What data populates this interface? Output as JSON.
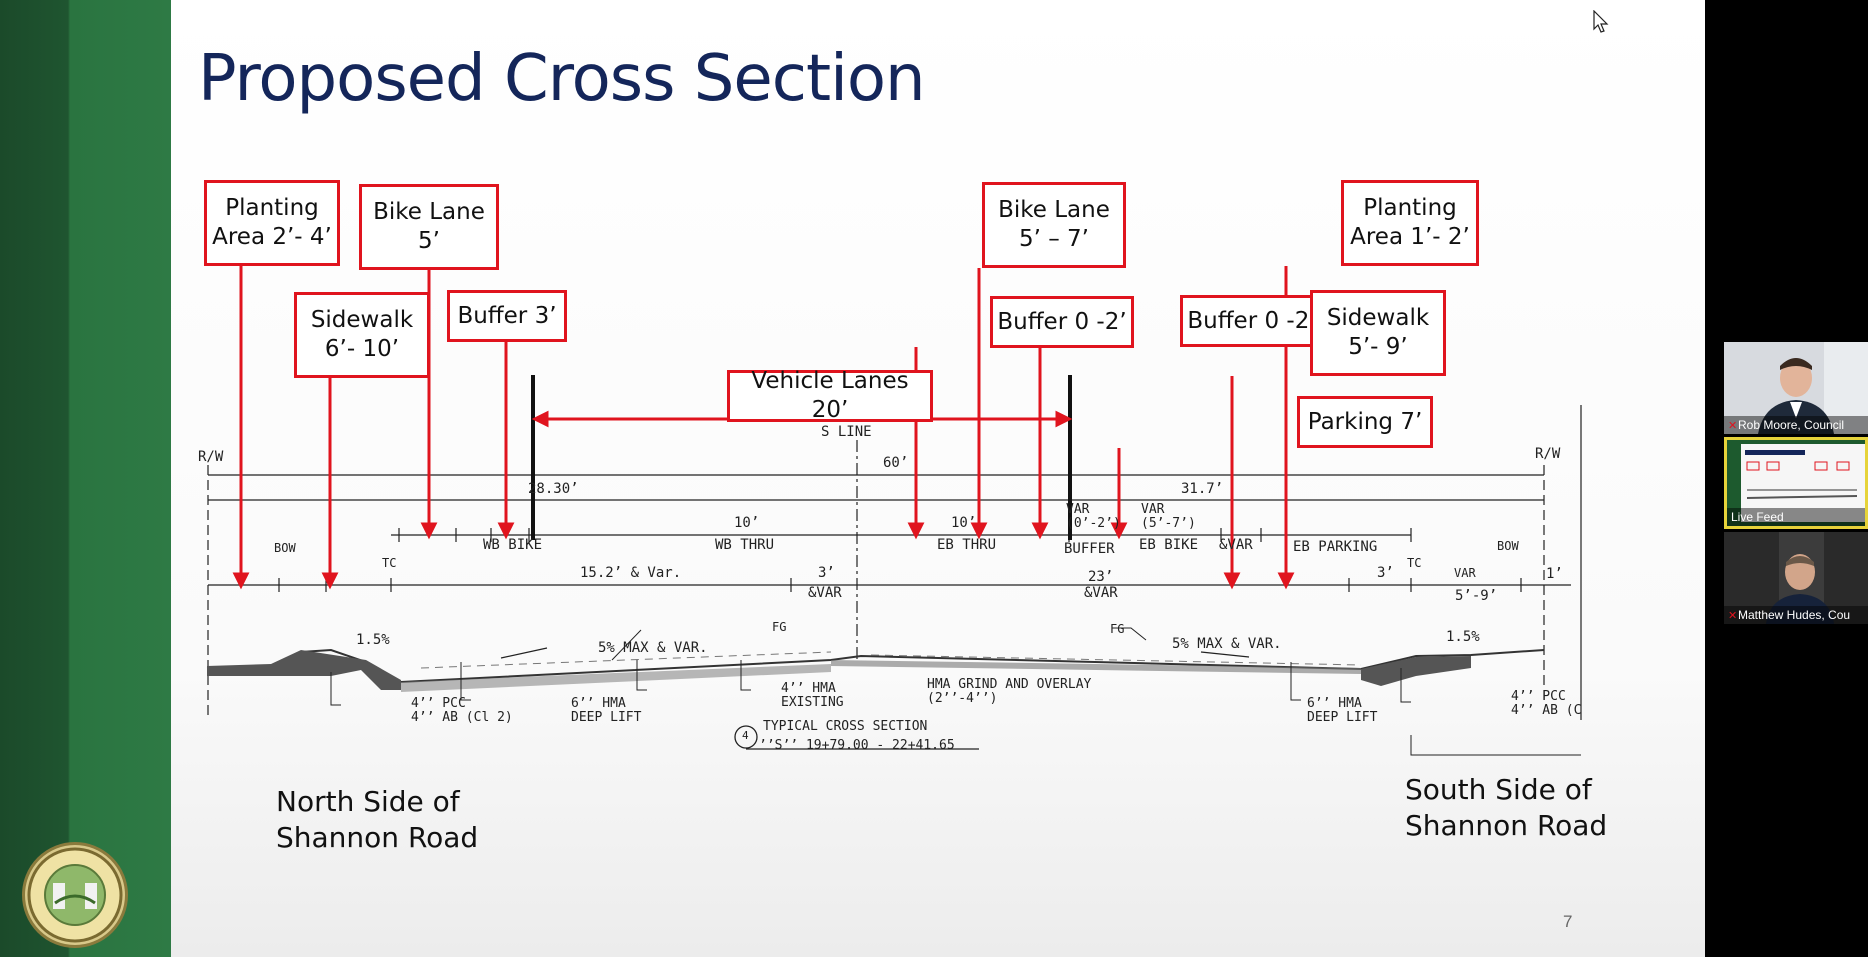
{
  "slide": {
    "title": "Proposed Cross Section",
    "page_number": "7",
    "labels": {
      "planting_left": "Planting\nArea 2’- 4’",
      "sidewalk_left": "Sidewalk\n6’- 10’",
      "bike_left": "Bike Lane\n5’",
      "buffer_left": "Buffer 3’",
      "vehicle": "Vehicle Lanes 20’",
      "buffer_mid": "Buffer 0 -2’",
      "bike_right": "Bike Lane\n5’ – 7’",
      "buffer_right": "Buffer 0 -2’",
      "sidewalk_right": "Sidewalk\n5’- 9’",
      "parking": "Parking 7’",
      "planting_right": "Planting\nArea 1’- 2’"
    },
    "north_side": "North Side of\nShannon Road",
    "south_side": "South Side of\nShannon Road",
    "drawing": {
      "s_line": "S LINE",
      "rw_left": "R/W",
      "rw_right": "R/W",
      "total_width": "60’",
      "left_half": "28.30’",
      "right_half": "31.7’",
      "wb_thru_width": "10’",
      "eb_thru_width": "10’",
      "wb_bike": "WB BIKE",
      "wb_thru": "WB THRU",
      "eb_thru": "EB THRU",
      "buffer": "BUFFER",
      "buffer_var": "VAR\n(0’-2’)",
      "eb_bike": "EB BIKE",
      "eb_bike_var": "VAR\n(5’-7’)",
      "var_mark": "&VAR",
      "eb_parking": "EB PARKING",
      "bow_left": "BOW",
      "bow_right": "BOW",
      "tc_left": "TC",
      "tc_right": "TC",
      "left_curb_dim": "15.2’ & Var.",
      "left_3": "3’",
      "left_3_var": "&VAR",
      "right_23": "23’",
      "right_23_var": "&VAR",
      "right_3": "3’",
      "right_var": "VAR",
      "right_5_9": "5’-9’",
      "right_1": "1’",
      "slope_left": "1.5%",
      "slope_right": "1.5%",
      "max_left": "5% MAX & VAR.",
      "max_right": "5% MAX & VAR.",
      "fg_left": "FG",
      "fg_right": "FG",
      "pcc_left": "4’’ PCC\n4’’ AB (Cl 2)",
      "hma_left": "6’’ HMA\nDEEP LIFT",
      "hma_existing": "4’’ HMA\nEXISTING",
      "grind": "HMA GRIND AND OVERLAY\n(2’’-4’’)",
      "hma_right": "6’’ HMA\nDEEP LIFT",
      "pcc_right": "4’’ PCC\n4’’ AB (C",
      "section_title": "TYPICAL CROSS SECTION",
      "section_number": "4",
      "section_station": "’’S’’ 19+79.00 - 22+41.65"
    }
  },
  "meeting": {
    "participants": [
      {
        "name": "Rob Moore, Council",
        "muted": true
      },
      {
        "name": "Live Feed",
        "muted": false
      },
      {
        "name": "Matthew Hudes, Cou",
        "muted": true
      }
    ]
  },
  "colors": {
    "accent_red": "#e0141e",
    "title_blue": "#14265a",
    "brand_green": "#2e7a45",
    "active_tile": "#e6d33a"
  }
}
